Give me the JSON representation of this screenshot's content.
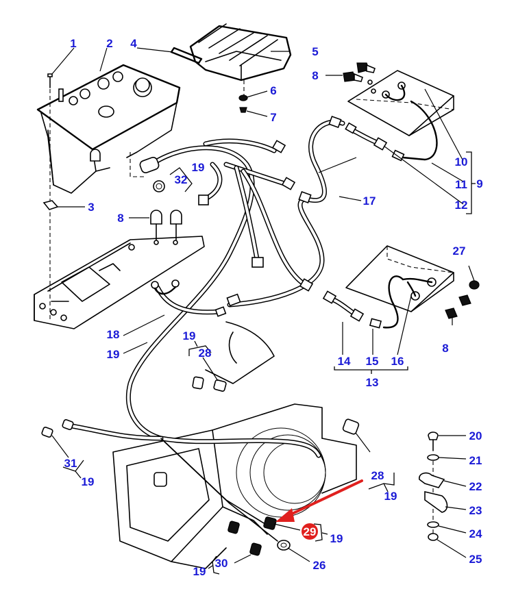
{
  "diagram": {
    "title": "Electrical harness exploded parts diagram",
    "colors": {
      "callout": "#1a1ad6",
      "highlight": "#e0201e",
      "line": "#000000",
      "background": "#ffffff"
    },
    "highlighted_part": "29",
    "callouts": [
      {
        "id": "c1",
        "label": "1"
      },
      {
        "id": "c2",
        "label": "2"
      },
      {
        "id": "c3",
        "label": "3"
      },
      {
        "id": "c4",
        "label": "4"
      },
      {
        "id": "c5",
        "label": "5"
      },
      {
        "id": "c6",
        "label": "6"
      },
      {
        "id": "c7",
        "label": "7"
      },
      {
        "id": "c8a",
        "label": "8"
      },
      {
        "id": "c8b",
        "label": "8"
      },
      {
        "id": "c8c",
        "label": "8"
      },
      {
        "id": "c9",
        "label": "9"
      },
      {
        "id": "c10",
        "label": "10"
      },
      {
        "id": "c11",
        "label": "11"
      },
      {
        "id": "c12",
        "label": "12"
      },
      {
        "id": "c13",
        "label": "13"
      },
      {
        "id": "c14",
        "label": "14"
      },
      {
        "id": "c15",
        "label": "15"
      },
      {
        "id": "c16",
        "label": "16"
      },
      {
        "id": "c17",
        "label": "17"
      },
      {
        "id": "c18",
        "label": "18"
      },
      {
        "id": "c19a",
        "label": "19"
      },
      {
        "id": "c19b",
        "label": "19"
      },
      {
        "id": "c19c",
        "label": "19"
      },
      {
        "id": "c19d",
        "label": "19"
      },
      {
        "id": "c19e",
        "label": "19"
      },
      {
        "id": "c19f",
        "label": "19"
      },
      {
        "id": "c19g",
        "label": "19"
      },
      {
        "id": "c20",
        "label": "20"
      },
      {
        "id": "c21",
        "label": "21"
      },
      {
        "id": "c22",
        "label": "22"
      },
      {
        "id": "c23",
        "label": "23"
      },
      {
        "id": "c24",
        "label": "24"
      },
      {
        "id": "c25",
        "label": "25"
      },
      {
        "id": "c26",
        "label": "26"
      },
      {
        "id": "c27",
        "label": "27"
      },
      {
        "id": "c28a",
        "label": "28"
      },
      {
        "id": "c28b",
        "label": "28"
      },
      {
        "id": "c29",
        "label": "29"
      },
      {
        "id": "c30",
        "label": "30"
      },
      {
        "id": "c31",
        "label": "31"
      },
      {
        "id": "c32",
        "label": "32"
      }
    ]
  }
}
